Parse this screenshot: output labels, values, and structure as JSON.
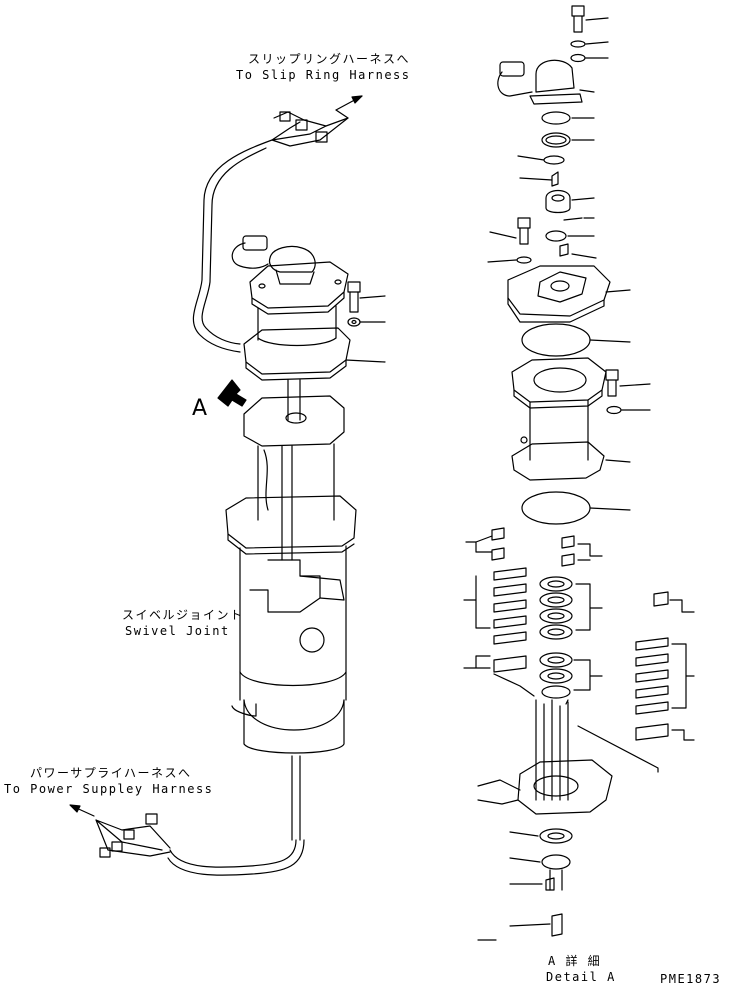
{
  "labels": {
    "slip_ring_jp": "スリップリングハーネスへ",
    "slip_ring_en": "To Slip Ring Harness",
    "swivel_jp": "スイベルジョイント",
    "swivel_en": "Swivel Joint",
    "power_jp": "パワーサプライハーネスへ",
    "power_en": "To Power Suppley Harness",
    "view_letter": "A",
    "detail_jp": "A 詳 細",
    "detail_en": "Detail A",
    "drawing_no": "PME1873"
  }
}
